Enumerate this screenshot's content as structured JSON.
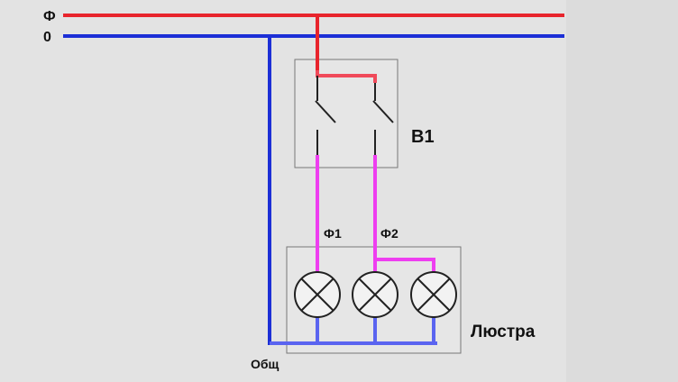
{
  "labels": {
    "phase": "Ф",
    "neutral": "0",
    "switch": "В1",
    "phase1": "Ф1",
    "phase2": "Ф2",
    "chandelier": "Люстра",
    "common": "Общ"
  },
  "colors": {
    "background": "#e3e3e3",
    "phase_wire": "#e8242c",
    "neutral_wire": "#1c2fd6",
    "switch_feed": "#f04a5a",
    "output_wire": "#ee3ef0",
    "lamp_neutral": "#5a64f0",
    "box_fill": "#e6e6e6",
    "box_stroke": "#777777",
    "lamp_stroke": "#222222"
  }
}
